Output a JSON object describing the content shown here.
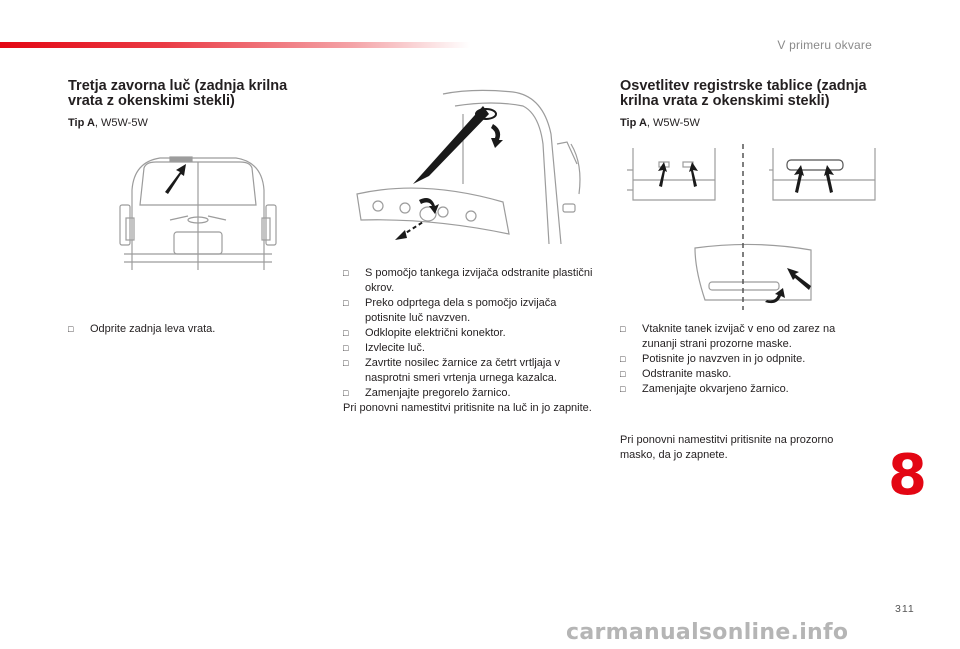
{
  "header": {
    "section_title": "V primeru okvare"
  },
  "left_section": {
    "title_line1": "Tretja zavorna luč (zadnja krilna",
    "title_line2": "vrata z okenskimi stekli)",
    "tip_label": "Tip A",
    "tip_value": ", W5W-5W",
    "step": "Odprite zadnja leva vrata."
  },
  "middle_section": {
    "steps": [
      "S pomočjo tankega izvijača odstranite plastični okrov.",
      "Preko odprtega dela s pomočjo izvijača potisnite luč navzven.",
      "Odklopite električni konektor.",
      "Izvlecite luč.",
      "Zavrtite nosilec žarnice za četrt vrtljaja v nasprotni smeri vrtenja urnega kazalca.",
      "Zamenjajte pregorelo žarnico."
    ],
    "note": "Pri ponovni namestitvi pritisnite na luč in jo zapnite."
  },
  "right_section": {
    "title_line1": "Osvetlitev registrske tablice (zadnja",
    "title_line2": "krilna vrata z okenskimi stekli)",
    "tip_label": "Tip A",
    "tip_value": ", W5W-5W",
    "steps": [
      "Vtaknite tanek izvijač v eno od zarez na zunanji strani prozorne maske.",
      "Potisnite jo navzven in jo odpnite.",
      "Odstranite masko.",
      "Zamenjajte okvarjeno žarnico."
    ],
    "note": "Pri ponovni namestitvi pritisnite na prozorno masko, da jo zapnete."
  },
  "chapter_number": "8",
  "page_number": "311",
  "watermark": "carmanualsonline.info"
}
